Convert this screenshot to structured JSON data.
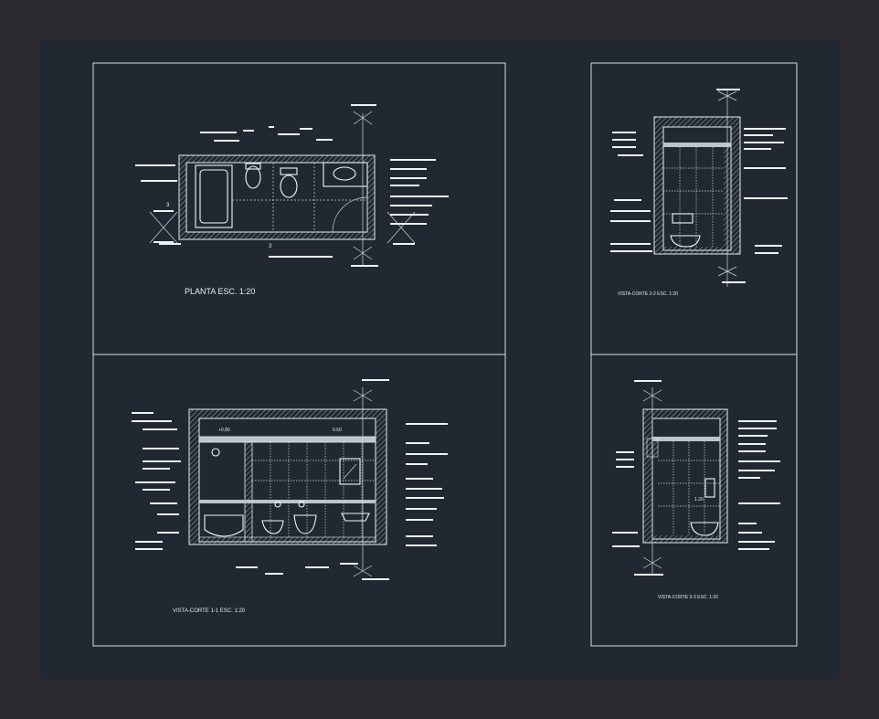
{
  "canvas": {
    "background": "#212832",
    "frame": "#2d2930",
    "line": "#e8ecf0"
  },
  "views": {
    "plan": {
      "title": "PLANTA ESC. 1:20"
    },
    "section_1": {
      "title": "VISTA-CORTE 1-1 ESC. 1:20"
    },
    "section_2": {
      "title": "VISTA-CORTE 2-2 ESC. 1:20"
    },
    "section_3": {
      "title": "VISTA-CORTE 3-3 ESC. 1:20"
    }
  },
  "markers": {
    "section_3_left": "3",
    "section_3_bottom": "3",
    "level_a": "+0.80",
    "level_b": "0.50",
    "level_c": "1.20"
  }
}
